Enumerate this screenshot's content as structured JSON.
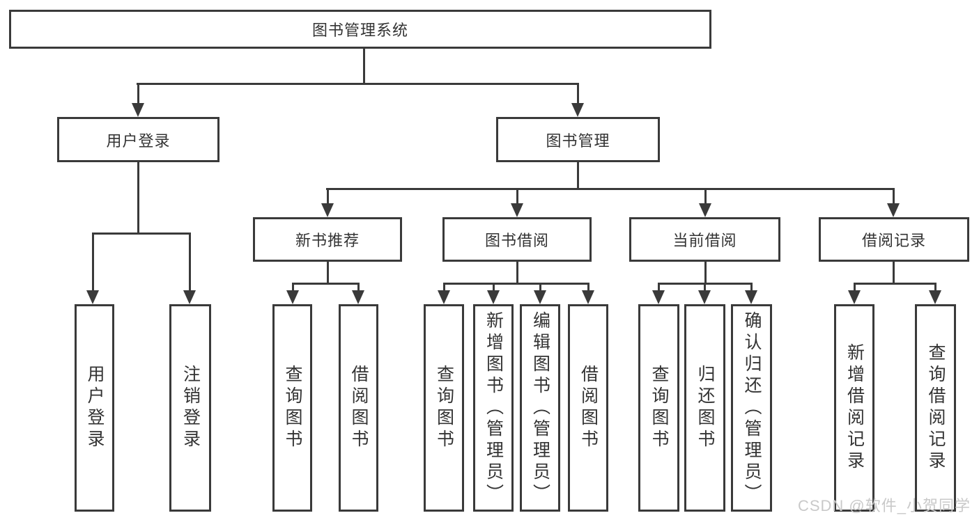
{
  "diagram": {
    "root": "图书管理系统",
    "level2": [
      "用户登录",
      "图书管理"
    ],
    "level3": [
      "新书推荐",
      "图书借阅",
      "当前借阅",
      "借阅记录"
    ],
    "leaves": {
      "user_login": [
        "用户登录",
        "注销登录"
      ],
      "new_books": [
        "查询图书",
        "借阅图书"
      ],
      "book_borrow": [
        "查询图书",
        "新增图书（管理员）",
        "编辑图书（管理员）",
        "借阅图书"
      ],
      "current_borrow": [
        "查询图书",
        "归还图书",
        "确认归还（管理员）"
      ],
      "borrow_records": [
        "新增借阅记录",
        "查询借阅记录"
      ]
    },
    "watermark": "CSDN @软件_小贺同学",
    "colors": {
      "line": "#3a3a3a",
      "text": "#333333",
      "background": "#ffffff",
      "watermark": "#c9c9c9"
    }
  }
}
